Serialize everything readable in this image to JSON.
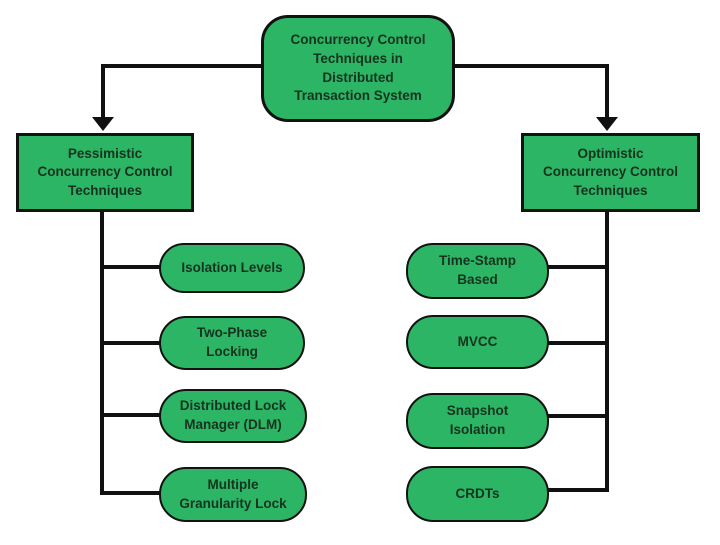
{
  "diagram": {
    "root": {
      "label": "Concurrency Control\nTechniques in\nDistributed\nTransaction System"
    },
    "left_branch": {
      "label": "Pessimistic\nConcurrency Control\nTechniques",
      "children": [
        "Isolation Levels",
        "Two-Phase\nLocking",
        "Distributed Lock\nManager (DLM)",
        "Multiple\nGranularity Lock"
      ]
    },
    "right_branch": {
      "label": "Optimistic\nConcurrency Control\nTechniques",
      "children": [
        "Time-Stamp\nBased",
        "MVCC",
        "Snapshot\nIsolation",
        "CRDTs"
      ]
    },
    "colors": {
      "node_fill": "#2cb564",
      "node_border": "#121212",
      "line": "#111111",
      "text": "#15331f",
      "background": "#ffffff"
    }
  }
}
